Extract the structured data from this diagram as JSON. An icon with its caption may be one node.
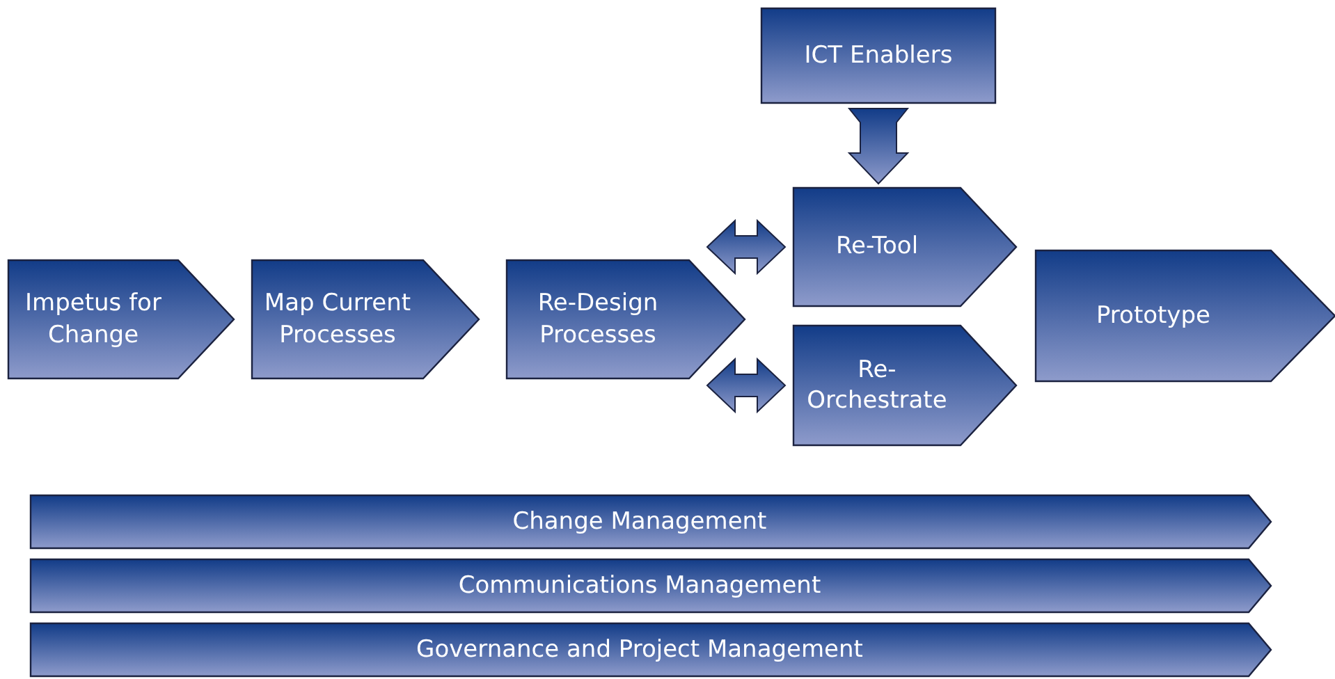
{
  "diagram": {
    "nodes": [
      {
        "text": [
          "ICT Enablers"
        ]
      },
      {
        "text": [
          "Impetus for Change"
        ]
      },
      {
        "text": [
          "Map Current Processes"
        ]
      },
      {
        "text": [
          "Re-Design Processes"
        ]
      },
      {
        "text": [
          "Re-Tool"
        ]
      },
      {
        "text": [
          "Re- Orchestrate"
        ]
      },
      {
        "text": [
          "Prototype"
        ]
      },
      {
        "text": [
          "Change Management"
        ]
      },
      {
        "text": [
          "Communications Management"
        ]
      },
      {
        "text": [
          "Governance and Project Management"
        ]
      }
    ],
    "edges": [
      {
        "from": 0,
        "to": 4,
        "arrow": "to"
      },
      {
        "from": 3,
        "to": 4,
        "arrow": "both"
      },
      {
        "from": 3,
        "to": 5,
        "arrow": "both"
      }
    ]
  }
}
